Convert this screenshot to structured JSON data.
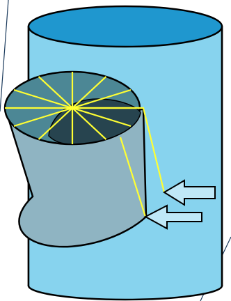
{
  "diagram": {
    "subject": "",
    "colors": {
      "background": "#ffffff",
      "outline": "#000000",
      "large_cylinder_body": "#87d3ee",
      "large_cylinder_top": "#1f97cf",
      "small_cylinder_body": "#8fb4c2",
      "small_cylinder_top": "#4c8795",
      "small_cylinder_hole": "#27444f",
      "highlight_lines": "#ffff33",
      "arrow_fill": "#bfe8f7",
      "slide_decoration": "#1b3a5c"
    },
    "arrows": [
      {
        "name": "upper-arrow",
        "direction": "left"
      },
      {
        "name": "lower-arrow",
        "direction": "left"
      }
    ],
    "spoke_count": 12
  }
}
